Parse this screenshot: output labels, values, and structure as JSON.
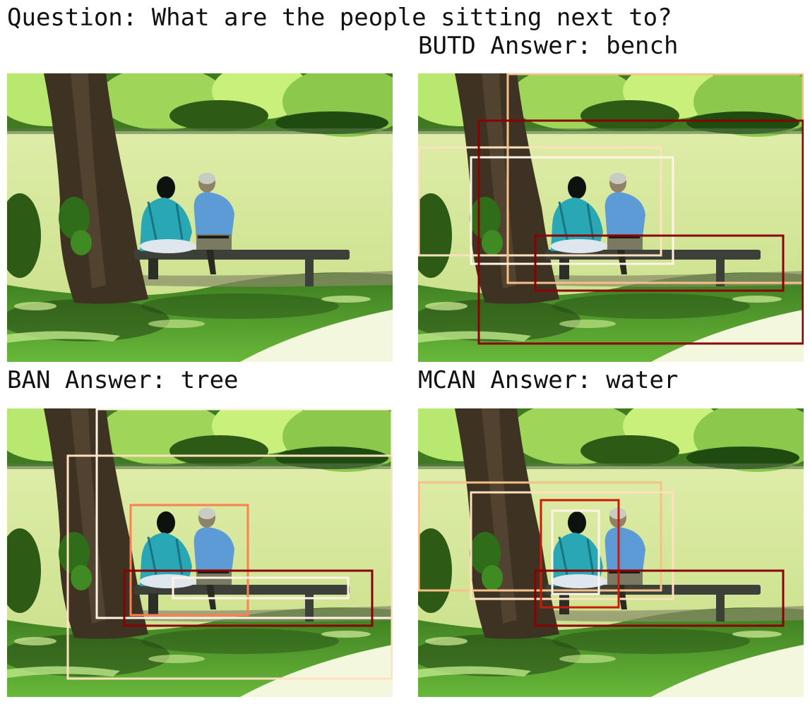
{
  "question": "Question: What are the people sitting next to?",
  "panels": [
    {
      "id": "butd",
      "caption": "BUTD Answer: bench",
      "box_colors": [
        "#ffe0bf",
        "#f7c08a",
        "#fff3e6",
        "#8b0000",
        "#8b0000"
      ]
    },
    {
      "id": "ban",
      "caption": "BAN Answer: tree",
      "box_colors": [
        "#fff3e6",
        "#ffe0bf",
        "#ff7f50",
        "#8b0000",
        "#fff3e6"
      ]
    },
    {
      "id": "mcan",
      "caption": "MCAN Answer: water",
      "box_colors": [
        "#f7c08a",
        "#ffe0bf",
        "#fff3e6",
        "#cc1a0a",
        "#8b0000"
      ]
    }
  ],
  "colors": {
    "sky_leaves": "#c9f07a",
    "foliage_dark": "#2d5a14",
    "water": "#d7ea9a",
    "trunk": "#3e3222",
    "grass": "#4f9a2a",
    "path": "#f3f7dd",
    "bench": "#3c4038",
    "shirt_woman": "#2aa7b5",
    "shirt_man": "#5d9bd6"
  }
}
